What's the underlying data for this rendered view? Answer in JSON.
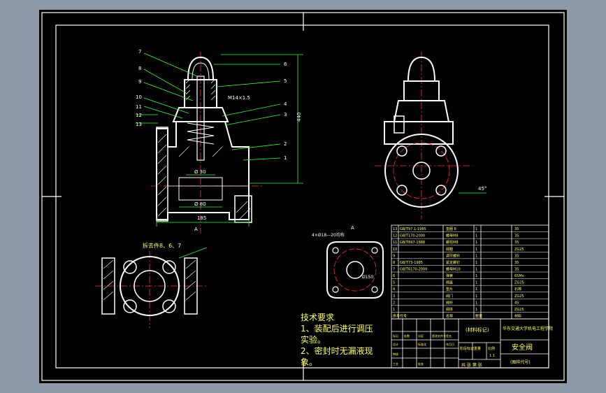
{
  "drawing": {
    "colors": {
      "background": "#000000",
      "outer_gray": "#8e9aa9",
      "frame": "#ffffff",
      "outline": "#ffffff",
      "centerline": "#ff3333",
      "dimension": "#33ff33",
      "hatch": "#ffffff",
      "text": "#ffff66"
    },
    "leader_numbers": [
      "7",
      "8",
      "9",
      "10",
      "11",
      "12",
      "13",
      "6",
      "5",
      "4",
      "3",
      "2",
      "1"
    ],
    "dimensions": {
      "overall_height": "440",
      "overall_width": "185",
      "dim_a": "Ø 80",
      "dim_b": "Ø 30",
      "thread_label": "M14×1.5",
      "angle": "45°",
      "bolt_holes": "4×Ø18—20均布",
      "view_label_a": "A",
      "view_label_b": "A",
      "section_label": "拆去件8、6、7",
      "pcd": "Ø150"
    },
    "technical_requirements": {
      "title": "技术要求",
      "line1": "1、装配后进行调压",
      "line2": "实验。",
      "line3": "2、密封时无漏液现",
      "line4": "象。"
    },
    "bom": {
      "rows": [
        {
          "no": "13",
          "code": "GB/T97.1-1985",
          "name": "垫圈 8",
          "qty": "1",
          "material": "35"
        },
        {
          "no": "12",
          "code": "GB/T170-2000",
          "name": "螺母M8",
          "qty": "1",
          "material": "35"
        },
        {
          "no": "11",
          "code": "GB/T897-1988",
          "name": "螺柱M8",
          "qty": "1",
          "material": "35"
        },
        {
          "no": "10",
          "code": "",
          "name": "阀帽",
          "qty": "1",
          "material": "ZG25"
        },
        {
          "no": "9",
          "code": "",
          "name": "调节螺杆",
          "qty": "1",
          "material": "35"
        },
        {
          "no": "8",
          "code": "GB/T73-1985",
          "name": "紧定螺钉",
          "qty": "1",
          "material": "35"
        },
        {
          "no": "7",
          "code": "GB/T6170-2000",
          "name": "螺母M10",
          "qty": "1",
          "material": "35"
        },
        {
          "no": "6",
          "code": "",
          "name": "弹簧",
          "qty": "1",
          "material": "65Mn"
        },
        {
          "no": "5",
          "code": "",
          "name": "阀盖",
          "qty": "1",
          "material": "ZG25"
        },
        {
          "no": "4",
          "code": "",
          "name": "垫片",
          "qty": "1",
          "material": "石棉"
        },
        {
          "no": "3",
          "code": "",
          "name": "阀门",
          "qty": "1",
          "material": "ZG25"
        },
        {
          "no": "2",
          "code": "",
          "name": "阀杆",
          "qty": "1",
          "material": "45"
        },
        {
          "no": "1",
          "code": "",
          "name": "阀体",
          "qty": "1",
          "material": "ZG25"
        }
      ],
      "header": {
        "no": "序号",
        "code": "代号",
        "name": "名称",
        "qty": "数量",
        "material": "材料"
      }
    },
    "title_block": {
      "material_mark": "(材料标记)",
      "school": "华东交通大学机电工程学院",
      "part_name": "安全阀",
      "drawing_no": "(图样代号)",
      "stage": "阶段标记",
      "weight": "重量",
      "scale": "比例",
      "scale_value": "1:1",
      "sheet": "共 张 第 张",
      "labels": [
        "标记",
        "处数",
        "分区",
        "更改文件号",
        "签名",
        "年月日",
        "设计",
        "标准化",
        "审核",
        "工艺",
        "批准"
      ]
    }
  }
}
